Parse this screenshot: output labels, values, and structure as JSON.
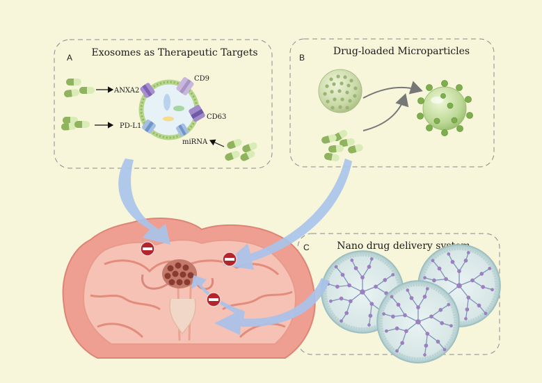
{
  "panels": {
    "a": {
      "letter": "A",
      "title": "Exosomes as Therapeutic Targets",
      "labels": {
        "anxa2": "ANXA2",
        "cd9": "CD9",
        "cd63": "CD63",
        "pdl1": "PD-L1",
        "mirna": "miRNA"
      }
    },
    "b": {
      "letter": "B",
      "title": "Drug-loaded Microparticles"
    },
    "c": {
      "letter": "C",
      "title": "Nano drug delivery system"
    }
  },
  "colors": {
    "background": "#f7f6db",
    "capsule_dark": "#8fb35e",
    "capsule_light": "#d9ebb6",
    "brain": "#ef9f92",
    "arrow": "#a9c3ea",
    "inhibit": "#b3252b"
  },
  "icons": [
    "capsule-icon",
    "exosome-icon",
    "microparticle-icon",
    "brain-icon",
    "tumor-icon",
    "inhibit-icon",
    "nanoparticle-icon"
  ]
}
